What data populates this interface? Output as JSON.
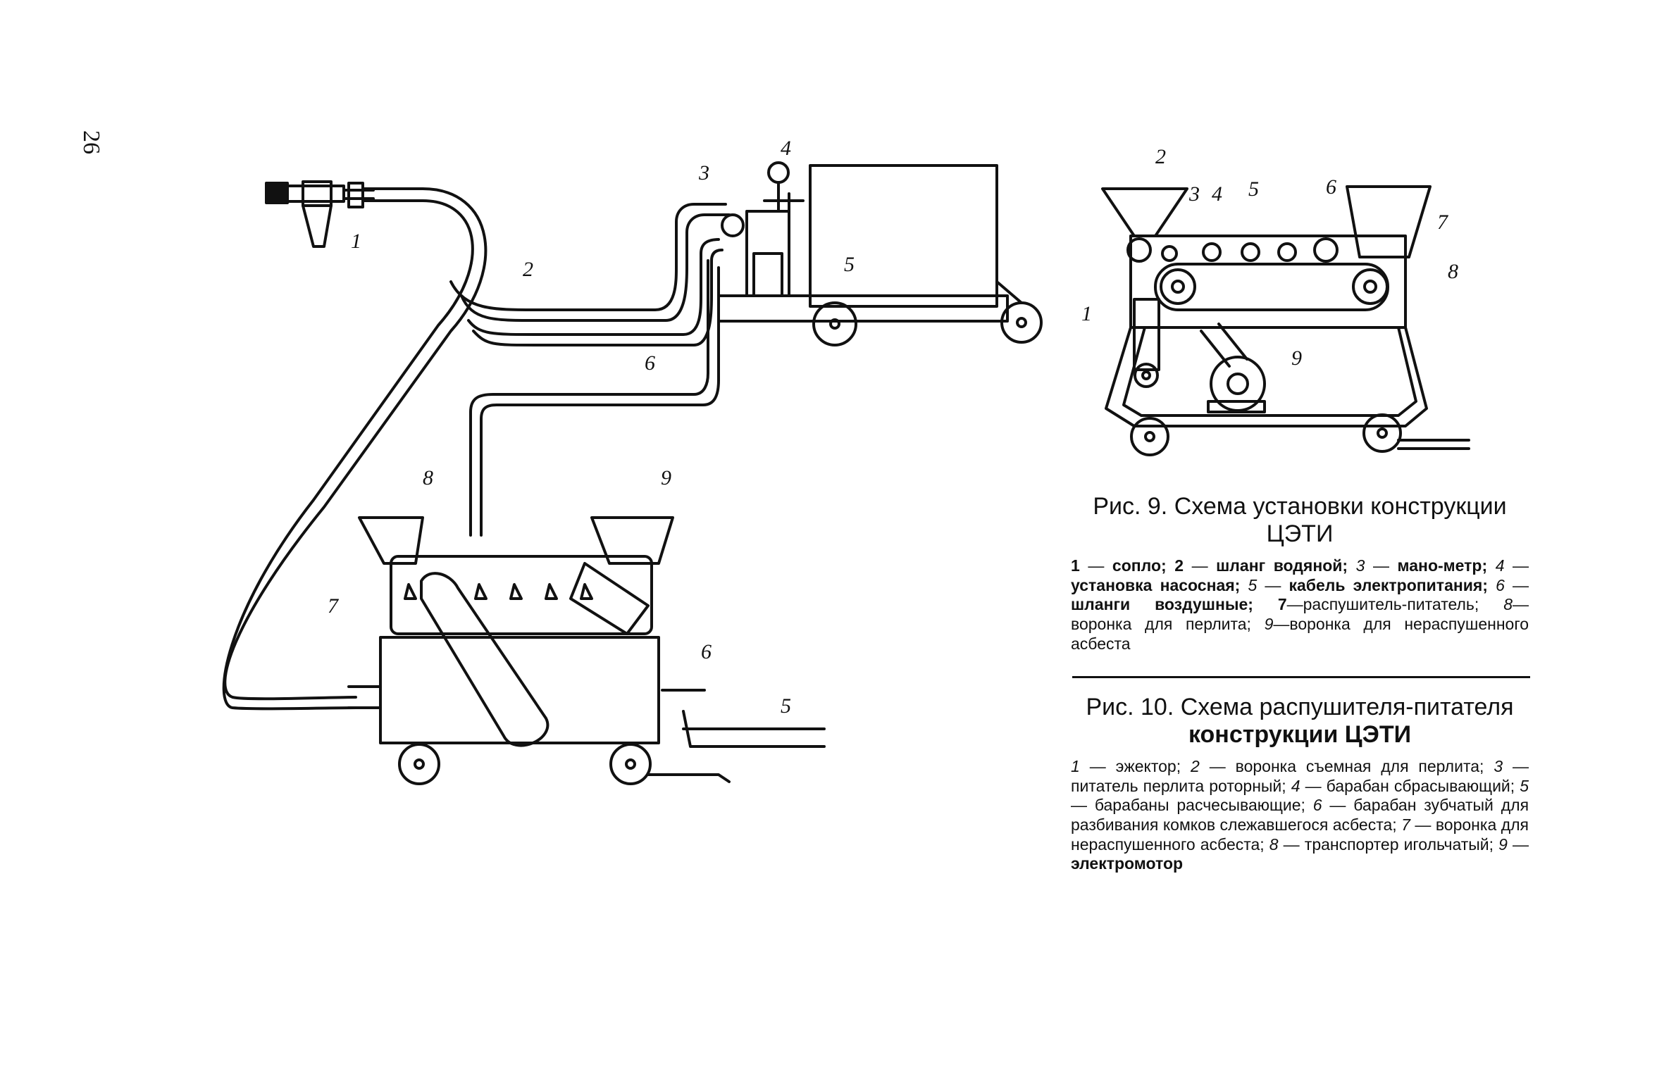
{
  "page": {
    "number": "26"
  },
  "figure9": {
    "labels": [
      "1",
      "2",
      "3",
      "4",
      "5",
      "6",
      "7",
      "8",
      "9",
      "6",
      "5"
    ],
    "caption_title_line1": "Рис. 9. Схема установки конструкции",
    "caption_title_line2": "ЦЭТИ",
    "legend": [
      {
        "num": "1",
        "text": "сопло;"
      },
      {
        "num": "2",
        "text": "шланг водяной;"
      },
      {
        "num": "3",
        "text": "мано-метр;"
      },
      {
        "num": "4",
        "text": "установка насосная;"
      },
      {
        "num": "5",
        "text": "кабель электропитания;"
      },
      {
        "num": "6",
        "text": "шланги воздушные;"
      },
      {
        "num": "7",
        "text": "распушитель-питатель;"
      },
      {
        "num": "8",
        "text": "воронка для перлита;"
      },
      {
        "num": "9",
        "text": "воронка для нераспушенного асбеста"
      }
    ]
  },
  "figure10": {
    "labels": [
      "2",
      "3",
      "4",
      "5",
      "6",
      "7",
      "8",
      "1",
      "9"
    ],
    "caption_title_line1": "Рис. 10. Схема распушителя-питателя",
    "caption_title_line2": "конструкции ЦЭТИ",
    "legend": [
      {
        "num": "1",
        "text": "эжектор;"
      },
      {
        "num": "2",
        "text": "воронка съемная для перлита;"
      },
      {
        "num": "3",
        "text": "питатель перлита роторный;"
      },
      {
        "num": "4",
        "text": "барабан сбрасывающий;"
      },
      {
        "num": "5",
        "text": "барабаны расчесывающие;"
      },
      {
        "num": "6",
        "text": "барабан зубчатый для разбивания комков слежавшегося асбеста;"
      },
      {
        "num": "7",
        "text": "воронка для нераспушенного асбеста;"
      },
      {
        "num": "8",
        "text": "транспортер игольчатый;"
      },
      {
        "num": "9",
        "text": "электромотор"
      }
    ]
  }
}
